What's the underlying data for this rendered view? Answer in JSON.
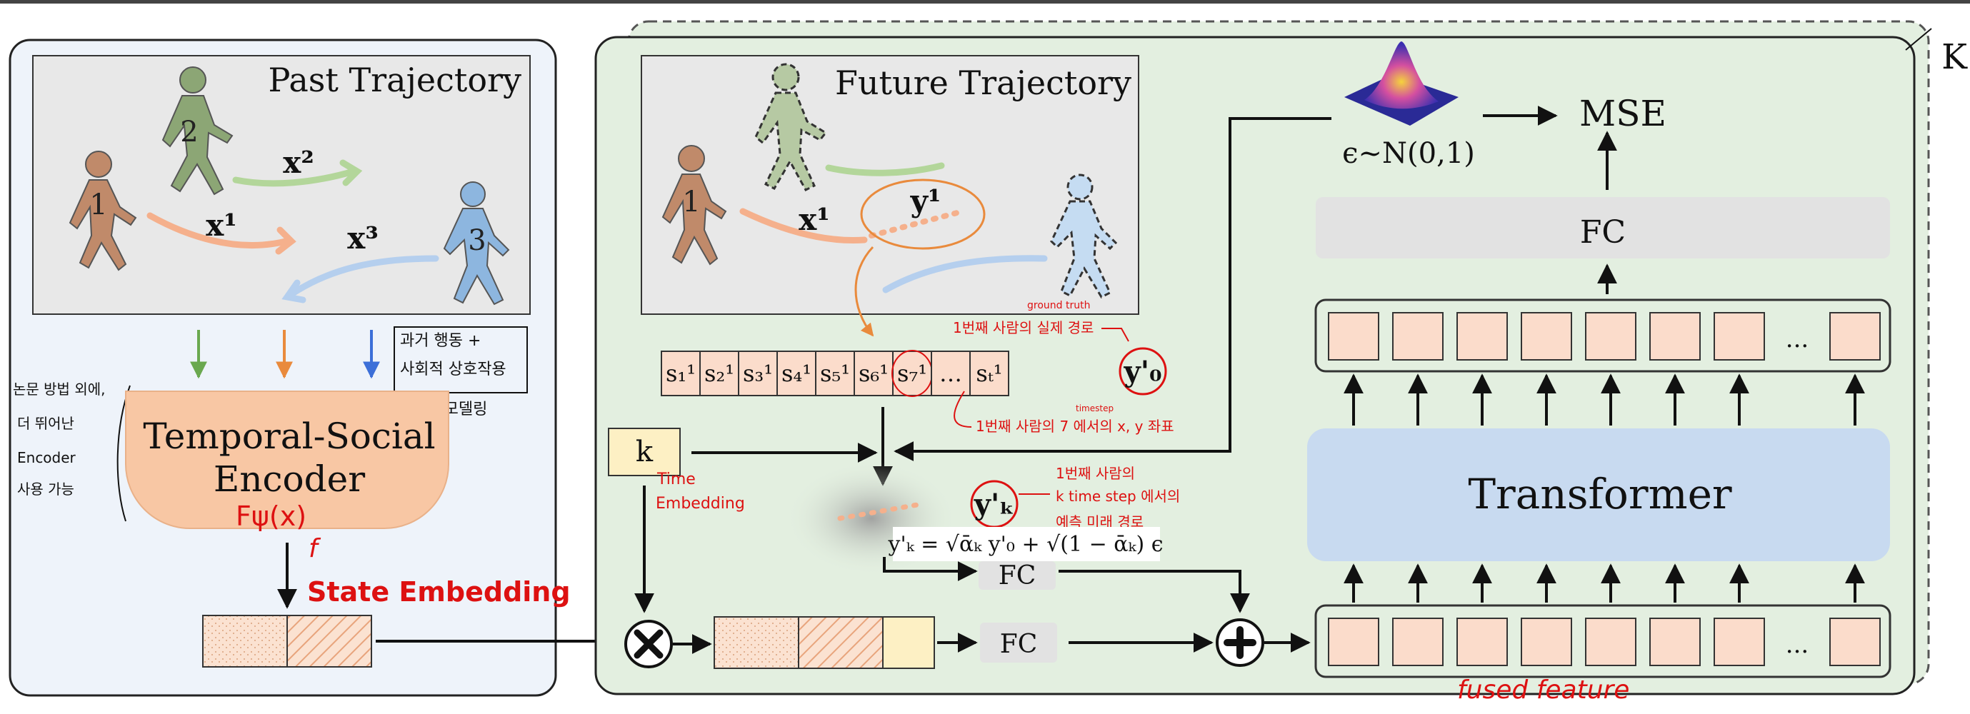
{
  "left_panel": {
    "title": "Past Trajectory",
    "agents": [
      "1",
      "2",
      "3"
    ],
    "traj_labels": [
      "x¹",
      "x²",
      "x³"
    ],
    "encoder_label_line1": "Temporal-Social",
    "encoder_label_line2": "Encoder",
    "encoder_func": "Fψ(x)"
  },
  "right_panel": {
    "title": "Future Trajectory",
    "agent_label": "1",
    "traj_labels": [
      "x¹",
      "y¹"
    ],
    "k_label": "K",
    "time_k": "k",
    "mse": "MSE",
    "noise": "ϵ~N(0,1)",
    "fc_top": "FC",
    "fc_mid": "FC",
    "fc_bottom": "FC",
    "transformer": "Transformer",
    "ellipsis": "...",
    "y0": "y'₀",
    "yk": "y'ₖ",
    "formula": "y'ₖ = √ᾱₖ y'₀ + √(1 − ᾱₖ) ϵ"
  },
  "sequence": {
    "cells": [
      "s₁¹",
      "s₂¹",
      "s₃¹",
      "s₄¹",
      "s₅¹",
      "s₆¹",
      "s₇¹",
      "…",
      "sₜ¹"
    ]
  },
  "annotations": {
    "left_note": [
      "논문 방법 외에,",
      "더 뛰어난",
      "Encoder",
      "사용 가능"
    ],
    "box_note": [
      "과거 행동 +",
      "사회적 상호작용",
      "모델링"
    ],
    "state_embedding": "State Embedding",
    "f_mark": "f",
    "time_embedding": [
      "Time",
      "Embedding"
    ],
    "ground_truth": "ground truth",
    "gt_path": "1번째 사람의   실제 경로",
    "timestep_small": "timestep",
    "xy_note": "1번째 사람의  7   에서의 x, y 좌표",
    "yk_note": [
      "1번째 사람의",
      "k  time step 에서의",
      "예측 미래 경로"
    ],
    "fused_feature": "fused  feature"
  },
  "colors": {
    "left_bg": "#eef3fa",
    "right_bg": "#e3efe0",
    "encoder": "#f8c7a4",
    "transformer": "#c8daf0",
    "fc": "#e2e2e2",
    "token": "#fbdccb",
    "k_box": "#fdf0c4",
    "annotation": "#dd1111",
    "agent1": "#c08a6a",
    "agent2": "#8ca675",
    "agent3": "#8db6df"
  }
}
